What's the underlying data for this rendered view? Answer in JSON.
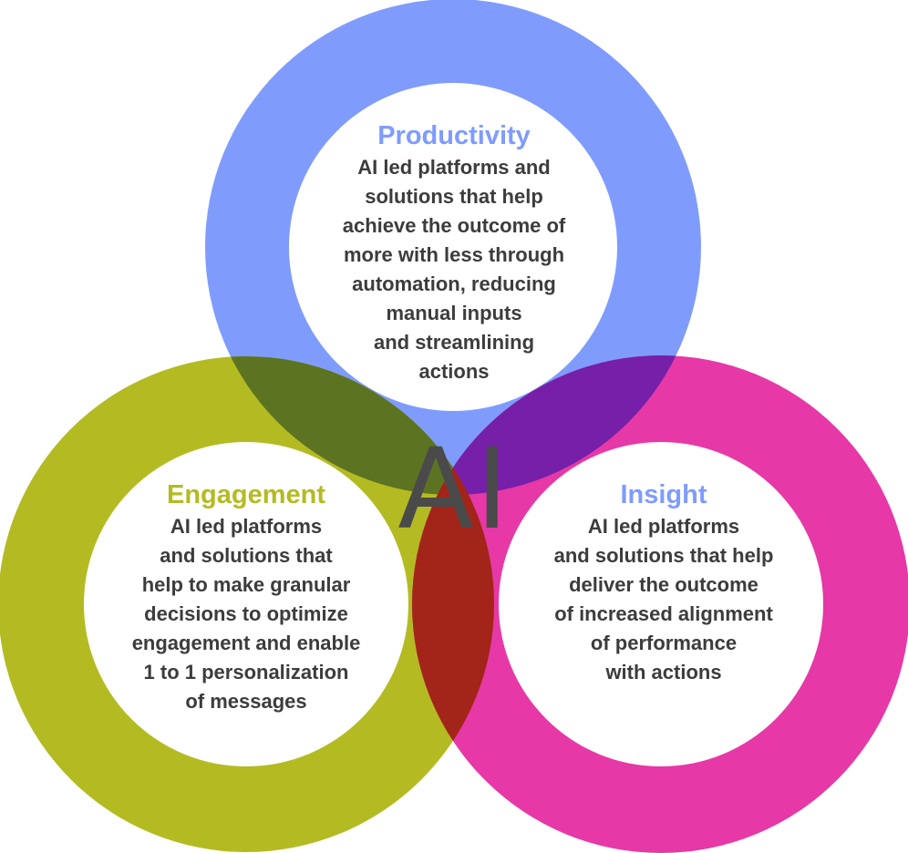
{
  "center": {
    "label": "AI"
  },
  "colors": {
    "productivity": "#7f9cfd",
    "engagement": "#b4bb22",
    "insight": "#e638a6",
    "overlap_prod_eng": "#5c7421",
    "overlap_prod_ins": "#761fa8",
    "overlap_eng_ins": "#a32419",
    "text": "#3c3c3c"
  },
  "sections": [
    {
      "key": "productivity",
      "title": "Productivity",
      "description": "AI led platforms and\nsolutions that help\nachieve the outcome of\nmore with less through\nautomation, reducing\nmanual inputs\nand streamlining\nactions"
    },
    {
      "key": "engagement",
      "title": "Engagement",
      "description": "AI led platforms\nand solutions that\nhelp to make granular\ndecisions to optimize\nengagement and enable\n1 to 1 personalization\nof messages"
    },
    {
      "key": "insight",
      "title": "Insight",
      "description": "AI led platforms\nand solutions that help\ndeliver the outcome\nof increased alignment\nof performance\nwith actions"
    }
  ]
}
